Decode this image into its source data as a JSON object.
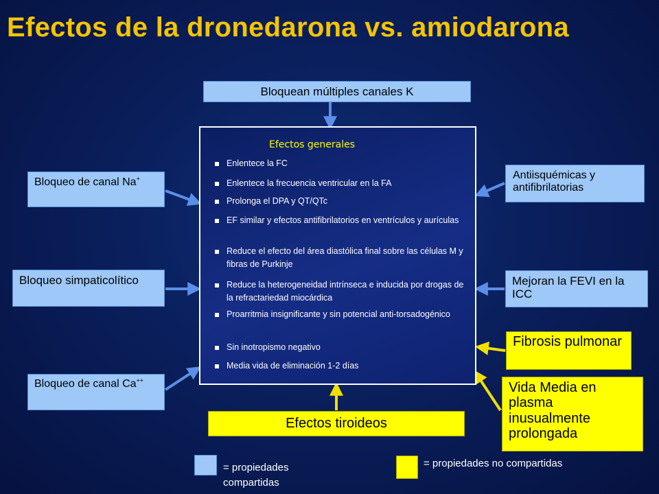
{
  "title": "Efectos de la dronedarona vs. amiodarona",
  "top_box": {
    "label": "Bloquean múltiples canales K"
  },
  "left_boxes": {
    "sodium": {
      "text": "Bloqueo de canal Na",
      "superscript": "+"
    },
    "sympathetic": {
      "text": "Bloqueo simpaticolítico"
    },
    "calcium": {
      "text": "Bloqueo de canal Ca",
      "superscript": "++"
    }
  },
  "right_boxes": {
    "antiischemic": {
      "text": "Antiisquémicas y antifibrilatorias"
    },
    "lvef": {
      "text": "Mejoran la FEVI en la ICC"
    },
    "fibrosis": {
      "text": "Fibrosis pulmonar"
    },
    "half_life": {
      "text": "Vida Media en plasma inusualmente prolongada"
    }
  },
  "bottom_box": {
    "label": "Efectos tiroideos"
  },
  "center_panel": {
    "title": "Efectos generales",
    "items": [
      "Enlentece la FC",
      "Enlentece la frecuencia ventricular en la FA",
      "Prolonga el DPA y QT/QTc",
      "EF similar y efectos antifibrilatorios en ventrículos y aurículas",
      "Reduce el efecto del área diastólica final sobre las células M y fibras de Purkinje",
      "Reduce la heterogeneidad intrínseca e inducida por drogas de la refractariedad miocárdica",
      "Proarritmia insignificante y sin potencial anti-torsadogénico",
      "Sin inotropismo negativo",
      "Media vida de eliminación 1-2 días"
    ]
  },
  "legend": {
    "shared": "= propiedades compartidas",
    "not_shared": "= propiedades no compartidas"
  },
  "colors": {
    "shared": "#9ec8f8",
    "not_shared": "#ffff00",
    "title": "#f5c400",
    "arrow_blue": "#5b8fe8",
    "arrow_yellow": "#f0e000"
  }
}
